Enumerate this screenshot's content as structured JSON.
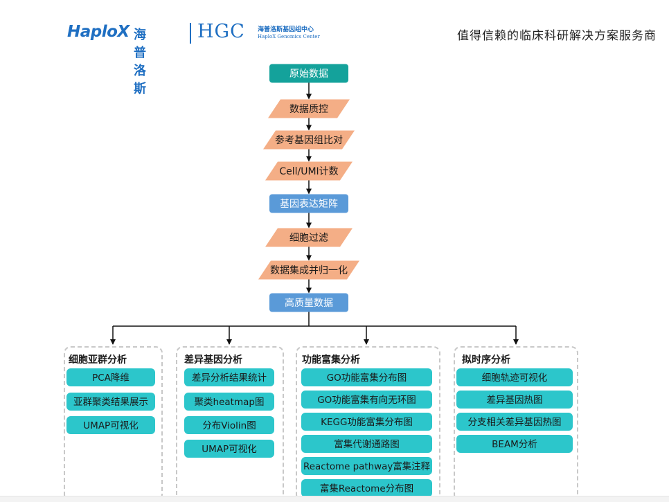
{
  "header": {
    "logo_text": "HaploX",
    "logo_cn": "海普洛斯",
    "hgc_text": "HGC",
    "hgc_cn": "海普洛斯基因组中心",
    "hgc_en": "HaploX Genomics Center",
    "tagline": "值得信赖的临床科研解决方案服务商"
  },
  "colors": {
    "teal": "#14a29b",
    "orange": "#f4ae86",
    "blue": "#5a9ad8",
    "cyan": "#2cc6cb",
    "brand": "#1f6fc2"
  },
  "pipeline": [
    {
      "label": "原始数据",
      "shape": "rounded",
      "color": "teal"
    },
    {
      "label": "数据质控",
      "shape": "parallelogram",
      "color": "orange"
    },
    {
      "label": "参考基因组比对",
      "shape": "parallelogram",
      "color": "orange"
    },
    {
      "label": "Cell/UMI计数",
      "shape": "parallelogram",
      "color": "orange"
    },
    {
      "label": "基因表达矩阵",
      "shape": "rounded",
      "color": "blue"
    },
    {
      "label": "细胞过滤",
      "shape": "parallelogram",
      "color": "orange"
    },
    {
      "label": "数据集成并归一化",
      "shape": "parallelogram",
      "color": "orange"
    },
    {
      "label": "高质量数据",
      "shape": "rounded",
      "color": "blue"
    }
  ],
  "groups": [
    {
      "title": "细胞亚群分析",
      "items": [
        "PCA降维",
        "亚群聚类结果展示",
        "UMAP可视化"
      ]
    },
    {
      "title": "差异基因分析",
      "items": [
        "差异分析结果统计",
        "聚类heatmap图",
        "分布Violin图",
        "UMAP可视化"
      ]
    },
    {
      "title": "功能富集分析",
      "items": [
        "GO功能富集分布图",
        "GO功能富集有向无环图",
        "KEGG功能富集分布图",
        "富集代谢通路图",
        "Reactome pathway富集注释",
        "富集Reactome分布图"
      ]
    },
    {
      "title": "拟时序分析",
      "items": [
        "细胞轨迹可视化",
        "差异基因热图",
        "分支相关差异基因热图",
        "BEAM分析"
      ]
    }
  ]
}
